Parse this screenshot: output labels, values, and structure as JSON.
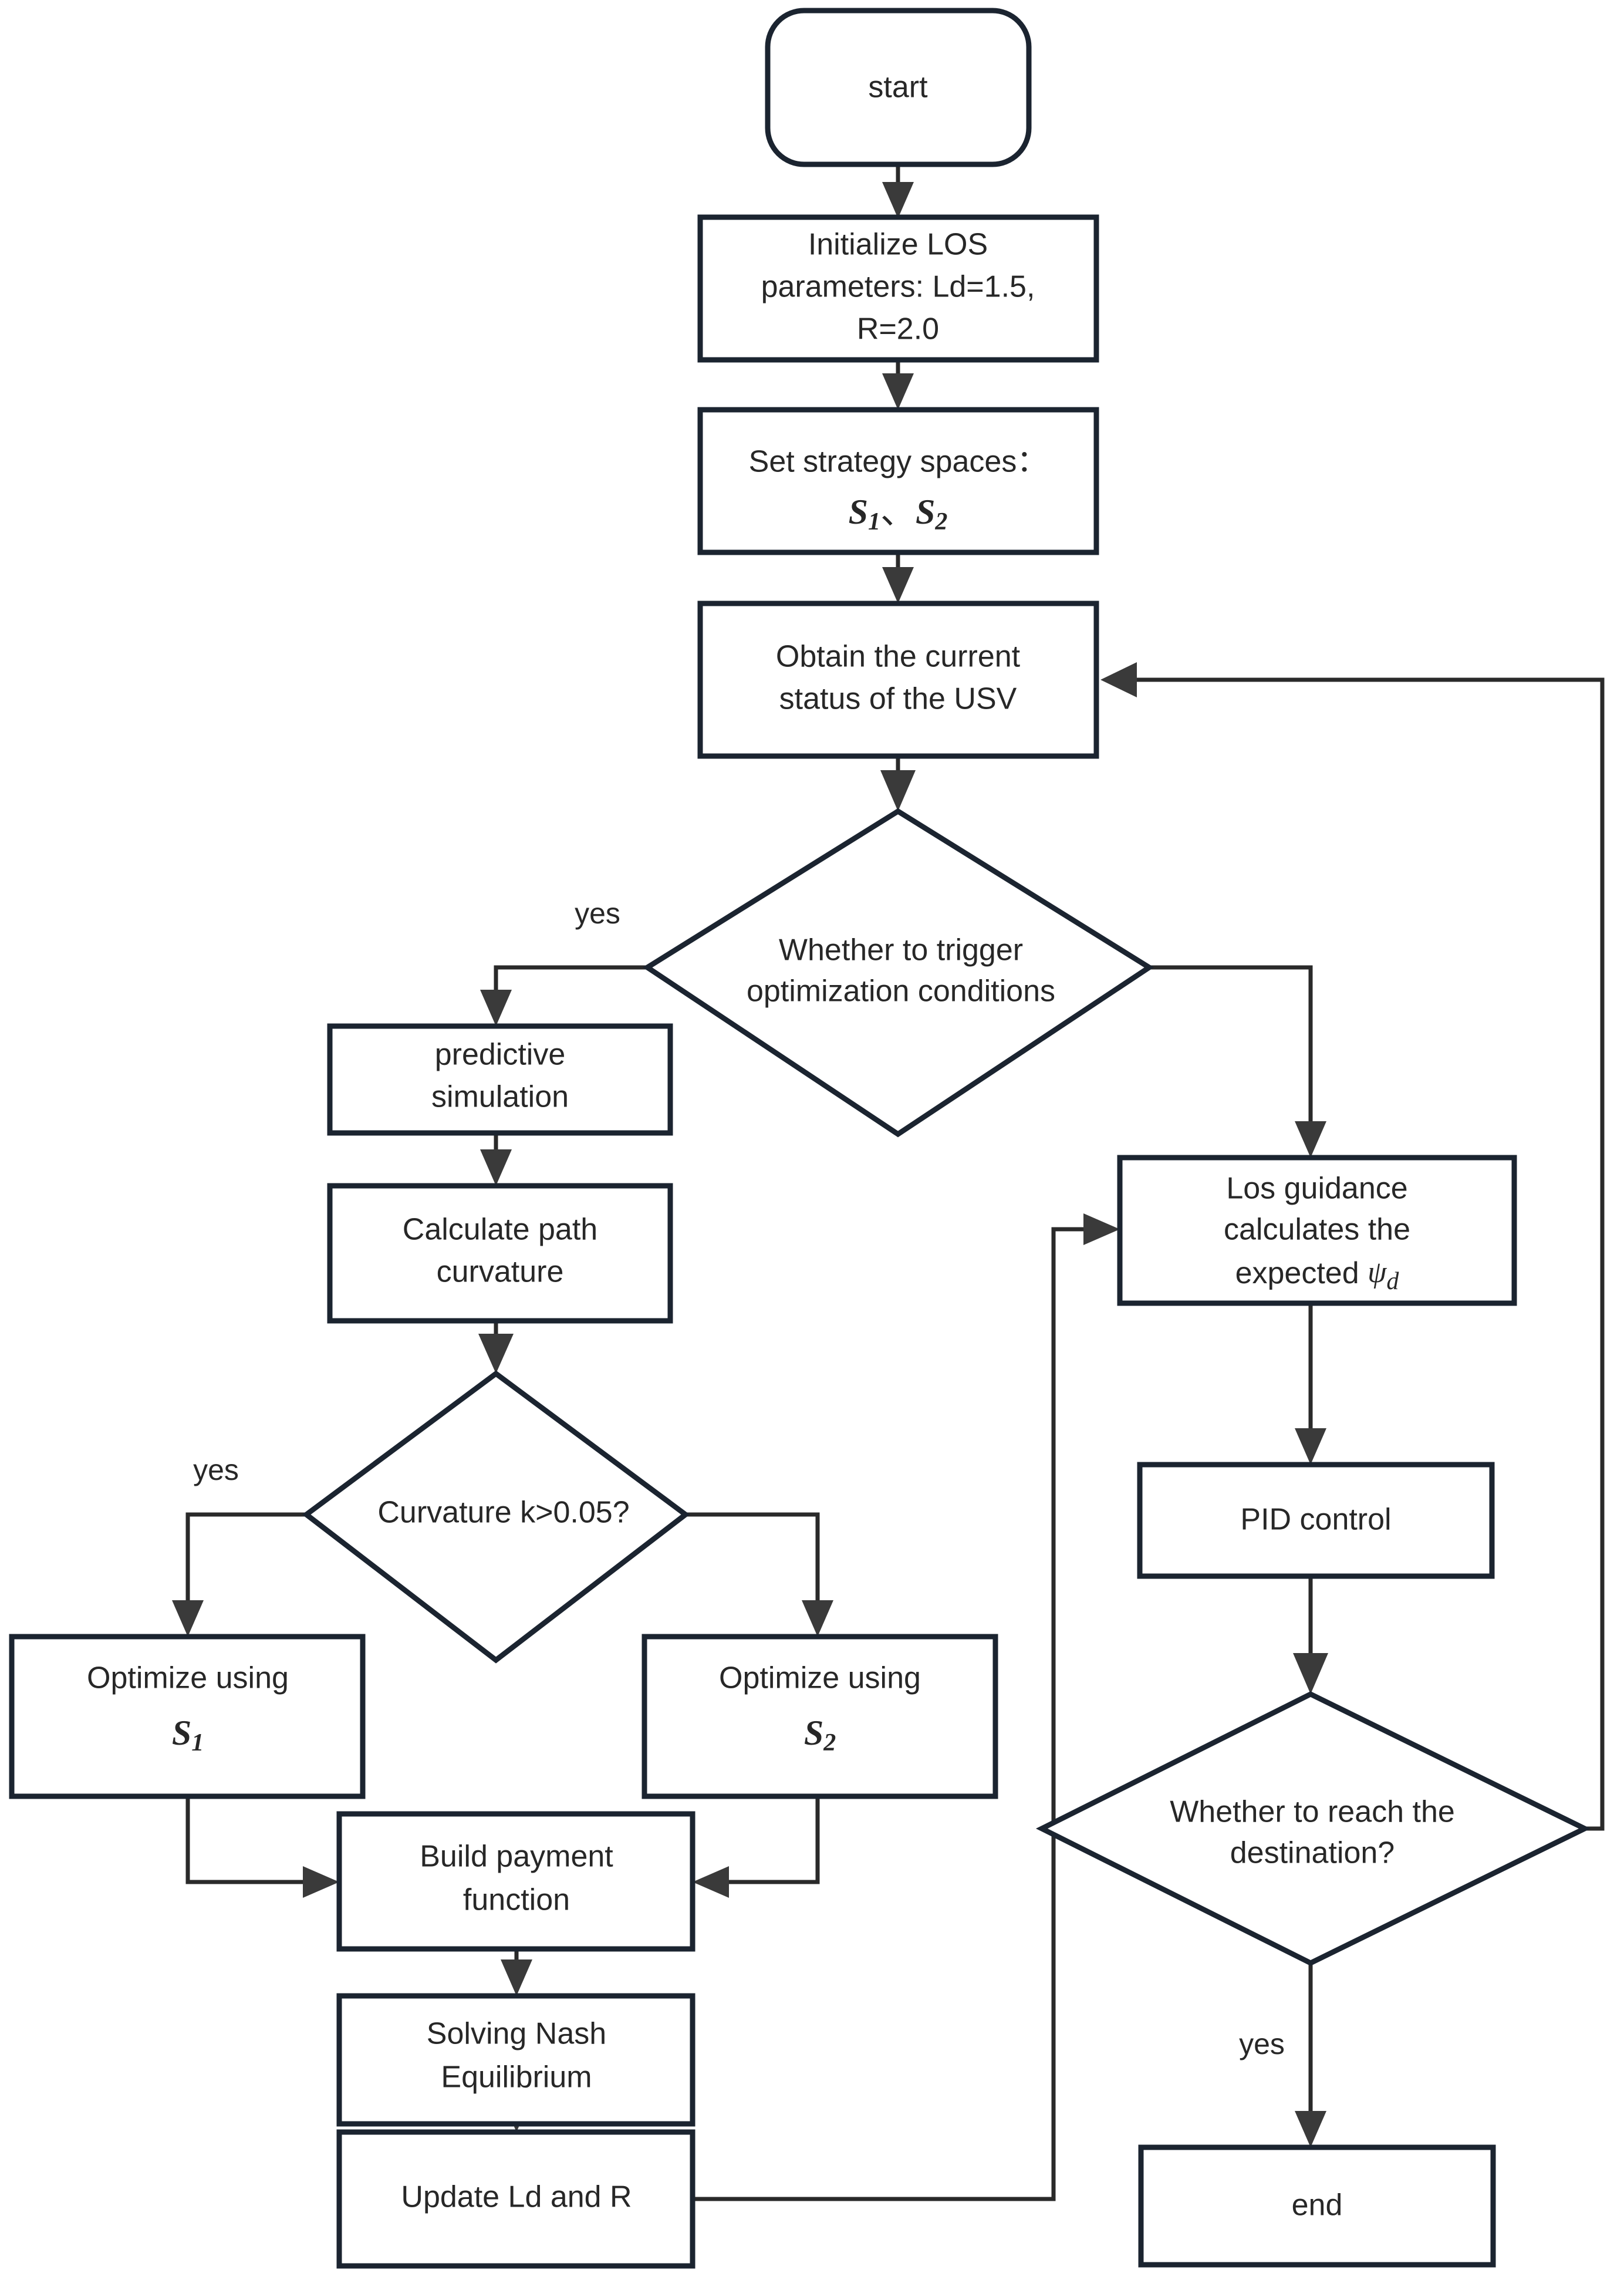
{
  "diagram": {
    "type": "flowchart",
    "title": "USV LOS guidance and game-theoretic optimization flowchart",
    "background_color": "#ffffff",
    "stroke_color": "#1b2430",
    "text_color": "#272727",
    "nodes": {
      "start": {
        "label": "start",
        "shape": "rounded-terminator"
      },
      "init_los": {
        "label": "Initialize LOS\nparameters: Ld=1.5,\nR=2.0",
        "line1": "Initialize LOS",
        "line2": "parameters: Ld=1.5,",
        "line3": "R=2.0",
        "shape": "process"
      },
      "set_strategy": {
        "line1": "Set strategy spaces：",
        "math_s1": "S",
        "math_s1_sub": "1",
        "separator": "、",
        "math_s2": "S",
        "math_s2_sub": "2",
        "shape": "process"
      },
      "obtain_status": {
        "line1": "Obtain the current",
        "line2": "status of the USV",
        "shape": "process"
      },
      "trigger_decision": {
        "line1": "Whether to trigger",
        "line2": "optimization conditions",
        "shape": "decision"
      },
      "predictive_sim": {
        "line1": "predictive",
        "line2": "simulation",
        "shape": "process"
      },
      "calc_curvature": {
        "line1": "Calculate path",
        "line2": "curvature",
        "shape": "process"
      },
      "curvature_decision": {
        "line1": "Curvature k>0.05?",
        "shape": "decision"
      },
      "optimize_s1": {
        "line1": "Optimize using",
        "math": "S",
        "math_sub": "1",
        "shape": "process"
      },
      "optimize_s2": {
        "line1": "Optimize using",
        "math": "S",
        "math_sub": "2",
        "shape": "process"
      },
      "build_payment": {
        "line1": "Build payment",
        "line2": "function",
        "shape": "process"
      },
      "solve_nash": {
        "line1": "Solving Nash",
        "line2": "Equilibrium",
        "shape": "process"
      },
      "update_ld_r": {
        "line1": "Update Ld and R",
        "shape": "process"
      },
      "los_guidance": {
        "line1": "Los guidance",
        "line2": "calculates the",
        "line3_prefix": "expected ",
        "line3_math": "ψ",
        "line3_math_sub": "d",
        "shape": "process"
      },
      "pid_control": {
        "line1": "PID control",
        "shape": "process"
      },
      "destination_decision": {
        "line1": "Whether to reach the",
        "line2": "destination?",
        "shape": "decision"
      },
      "end": {
        "label": "end",
        "shape": "process"
      }
    },
    "edge_labels": {
      "trigger_yes": "yes",
      "curvature_yes": "yes",
      "destination_yes": "yes"
    },
    "edges": [
      {
        "from": "start",
        "to": "init_los",
        "label": ""
      },
      {
        "from": "init_los",
        "to": "set_strategy",
        "label": ""
      },
      {
        "from": "set_strategy",
        "to": "obtain_status",
        "label": ""
      },
      {
        "from": "obtain_status",
        "to": "trigger_decision",
        "label": ""
      },
      {
        "from": "trigger_decision",
        "to": "predictive_sim",
        "label": "yes"
      },
      {
        "from": "trigger_decision",
        "to": "los_guidance",
        "label": ""
      },
      {
        "from": "predictive_sim",
        "to": "calc_curvature",
        "label": ""
      },
      {
        "from": "calc_curvature",
        "to": "curvature_decision",
        "label": ""
      },
      {
        "from": "curvature_decision",
        "to": "optimize_s1",
        "label": "yes"
      },
      {
        "from": "curvature_decision",
        "to": "optimize_s2",
        "label": ""
      },
      {
        "from": "optimize_s1",
        "to": "build_payment",
        "label": ""
      },
      {
        "from": "optimize_s2",
        "to": "build_payment",
        "label": ""
      },
      {
        "from": "build_payment",
        "to": "solve_nash",
        "label": ""
      },
      {
        "from": "solve_nash",
        "to": "update_ld_r",
        "label": ""
      },
      {
        "from": "update_ld_r",
        "to": "los_guidance",
        "label": ""
      },
      {
        "from": "los_guidance",
        "to": "pid_control",
        "label": ""
      },
      {
        "from": "pid_control",
        "to": "destination_decision",
        "label": ""
      },
      {
        "from": "destination_decision",
        "to": "end",
        "label": "yes"
      },
      {
        "from": "destination_decision",
        "to": "obtain_status",
        "label": ""
      }
    ]
  }
}
